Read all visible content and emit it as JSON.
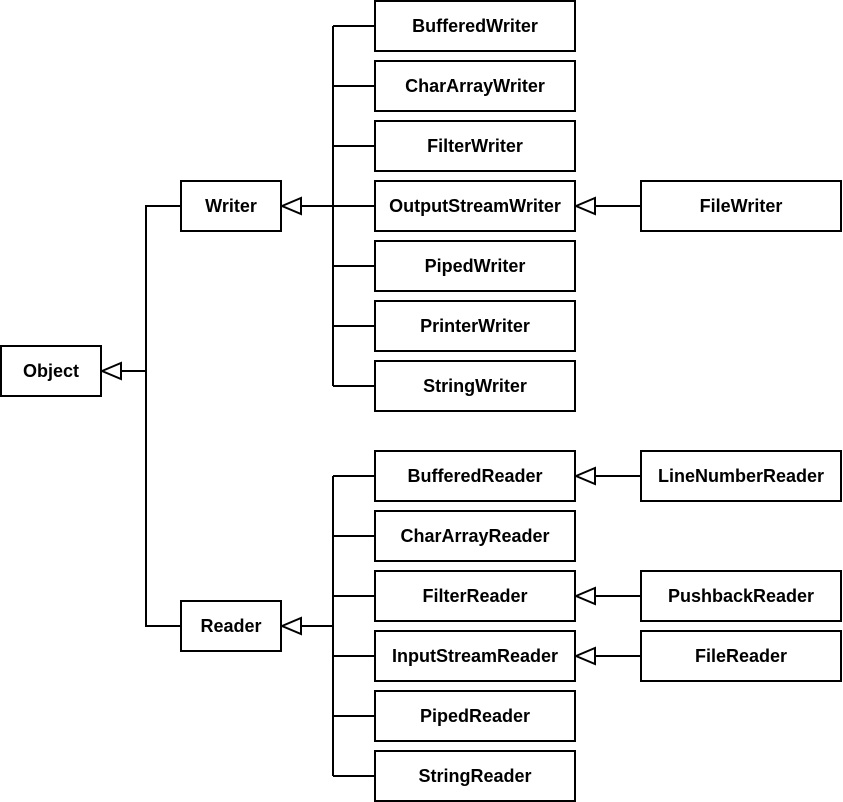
{
  "diagram": {
    "nodes": {
      "object": "Object",
      "writer": "Writer",
      "reader": "Reader",
      "buffered_writer": "BufferedWriter",
      "char_array_writer": "CharArrayWriter",
      "filter_writer": "FilterWriter",
      "output_stream_writer": "OutputStreamWriter",
      "piped_writer": "PipedWriter",
      "printer_writer": "PrinterWriter",
      "string_writer": "StringWriter",
      "file_writer": "FileWriter",
      "buffered_reader": "BufferedReader",
      "char_array_reader": "CharArrayReader",
      "filter_reader": "FilterReader",
      "input_stream_reader": "InputStreamReader",
      "piped_reader": "PipedReader",
      "string_reader": "StringReader",
      "line_number_reader": "LineNumberReader",
      "pushback_reader": "PushbackReader",
      "file_reader": "FileReader"
    },
    "inheritance": [
      [
        "writer",
        "object"
      ],
      [
        "reader",
        "object"
      ],
      [
        "buffered_writer",
        "writer"
      ],
      [
        "char_array_writer",
        "writer"
      ],
      [
        "filter_writer",
        "writer"
      ],
      [
        "output_stream_writer",
        "writer"
      ],
      [
        "piped_writer",
        "writer"
      ],
      [
        "printer_writer",
        "writer"
      ],
      [
        "string_writer",
        "writer"
      ],
      [
        "file_writer",
        "output_stream_writer"
      ],
      [
        "buffered_reader",
        "reader"
      ],
      [
        "char_array_reader",
        "reader"
      ],
      [
        "filter_reader",
        "reader"
      ],
      [
        "input_stream_reader",
        "reader"
      ],
      [
        "piped_reader",
        "reader"
      ],
      [
        "string_reader",
        "reader"
      ],
      [
        "line_number_reader",
        "buffered_reader"
      ],
      [
        "pushback_reader",
        "filter_reader"
      ],
      [
        "file_reader",
        "input_stream_reader"
      ]
    ]
  }
}
